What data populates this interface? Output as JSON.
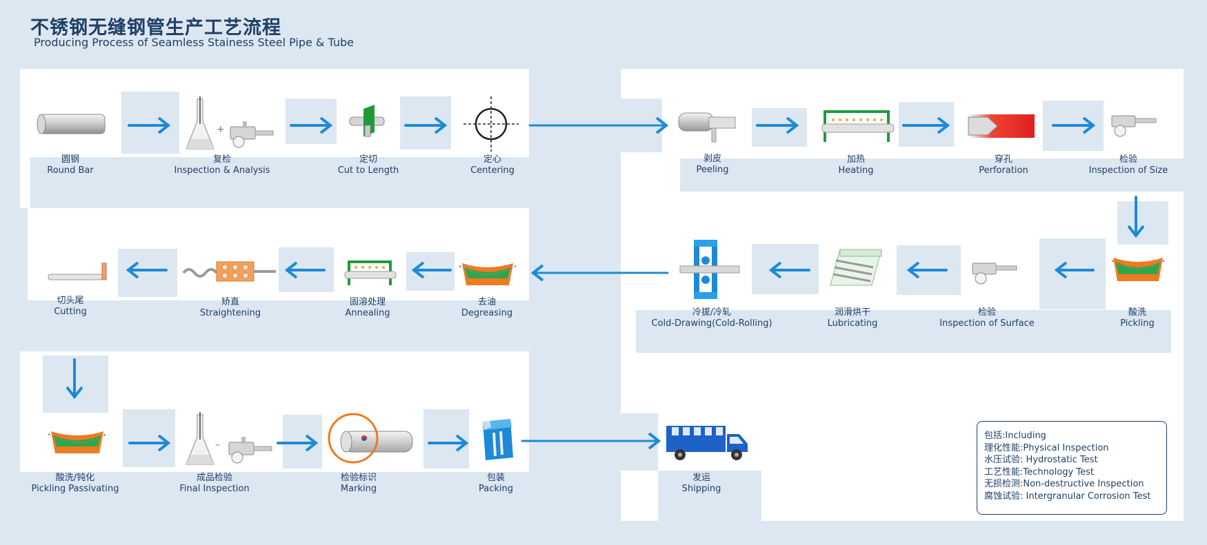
{
  "title": {
    "cn": "不锈钢无缝钢管生产工艺流程",
    "en": "Producing Process of Seamless Stainess Steel Pipe & Tube"
  },
  "steps": [
    {
      "cn": "圆钢",
      "en": "Round Bar",
      "icon": "round-bar-icon"
    },
    {
      "cn": "复检",
      "en": "Inspection & Analysis",
      "icon": "flask-caliper-icon"
    },
    {
      "cn": "定切",
      "en": "Cut to Length",
      "icon": "cutting-icon"
    },
    {
      "cn": "定心",
      "en": "Centering",
      "icon": "crosshair-icon"
    },
    {
      "cn": "剥皮",
      "en": "Peeling",
      "icon": "peeling-icon"
    },
    {
      "cn": "加热",
      "en": "Heating",
      "icon": "furnace-icon"
    },
    {
      "cn": "穿孔",
      "en": "Perforation",
      "icon": "perforation-icon"
    },
    {
      "cn": "检验",
      "en": "Inspection of Size",
      "icon": "caliper-icon"
    },
    {
      "cn": "酸洗",
      "en": "Pickling",
      "icon": "pickling-tank-icon"
    },
    {
      "cn": "检验",
      "en": "Inspection of Surface",
      "icon": "caliper-icon"
    },
    {
      "cn": "润滑烘干",
      "en": "Lubricating",
      "icon": "lubricating-box-icon"
    },
    {
      "cn": "冷拔/冷轧",
      "en": "Cold-Drawing(Cold-Rolling)",
      "icon": "rolling-mill-icon"
    },
    {
      "cn": "去油",
      "en": "Degreasing",
      "icon": "degreasing-tank-icon"
    },
    {
      "cn": "固溶处理",
      "en": "Annealing",
      "icon": "annealing-furnace-icon"
    },
    {
      "cn": "矫直",
      "en": "Straightening",
      "icon": "straightening-icon"
    },
    {
      "cn": "切头尾",
      "en": "Cutting",
      "icon": "pipe-cut-icon"
    },
    {
      "cn": "酸洗/钝化",
      "en": "Pickling Passivating",
      "icon": "passivating-tank-icon"
    },
    {
      "cn": "成品检验",
      "en": "Final Inspection",
      "icon": "flask-caliper-icon"
    },
    {
      "cn": "检验标识",
      "en": "Marking",
      "icon": "marking-icon"
    },
    {
      "cn": "包装",
      "en": "Packing",
      "icon": "package-icon"
    },
    {
      "cn": "发运",
      "en": "Shipping",
      "icon": "truck-icon"
    }
  ],
  "symbols": {
    "plus": "+",
    "minus": "–"
  },
  "note": {
    "lines": [
      "包括:Including",
      "理化性能:Physical Inspection",
      "水压试验: Hydrostatic Test",
      "工艺性能:Technology Test",
      "无损检测:Non-destructive Inspection",
      "腐蚀试验: Intergranular Corrosion Test"
    ]
  },
  "colors": {
    "background": "#dce7f2",
    "panel": "#ffffff",
    "arrow": "#1e8ad6",
    "text": "#1f3f66",
    "orange": "#f0781e",
    "green": "#1f9a3a",
    "red": "#e8302a"
  }
}
